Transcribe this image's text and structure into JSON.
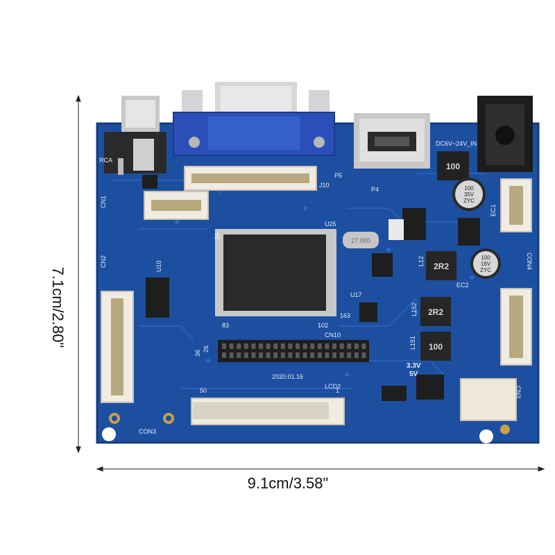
{
  "dimensions": {
    "width_label": "9.1cm/3.58\"",
    "height_label": "7.1cm/2.80\""
  },
  "board": {
    "color": "#1d4fa0",
    "connector_vga_color": "#2a4fb8",
    "silkscreen": {
      "rca": "RCA",
      "cn1": "CN1",
      "cn2": "CN2",
      "con3": "CON3",
      "con4": "CON4",
      "cn3": "CN3",
      "cn10": "CN10",
      "j10": "J10",
      "p4": "P4",
      "p5": "P5",
      "u10": "U10",
      "u25": "U25",
      "u17": "U17",
      "ec1": "EC1",
      "ec2": "EC2",
      "l12": "L12",
      "l151": "L151",
      "l152": "L152",
      "lcd2": "LCD2",
      "date": "2020.01.16",
      "power_in": "DC6V~24V_IN",
      "v33": "3.3V",
      "v5": "5V",
      "pin_50": "50",
      "pin_1": "1",
      "pin_39": "39",
      "pin_26": "26",
      "pin_36": "36",
      "pin_83": "83",
      "pin_102": "102",
      "pin_163": "163"
    },
    "components": {
      "inductor_top": "100",
      "cap_ec1": [
        "100",
        "35V",
        "ZYC"
      ],
      "cap_ec2": [
        "100",
        "16V",
        "ZYC"
      ],
      "inductor_2r2_a": "2R2",
      "inductor_2r2_b": "2R2",
      "inductor_bottom": "100",
      "crystal": "27.000"
    }
  }
}
